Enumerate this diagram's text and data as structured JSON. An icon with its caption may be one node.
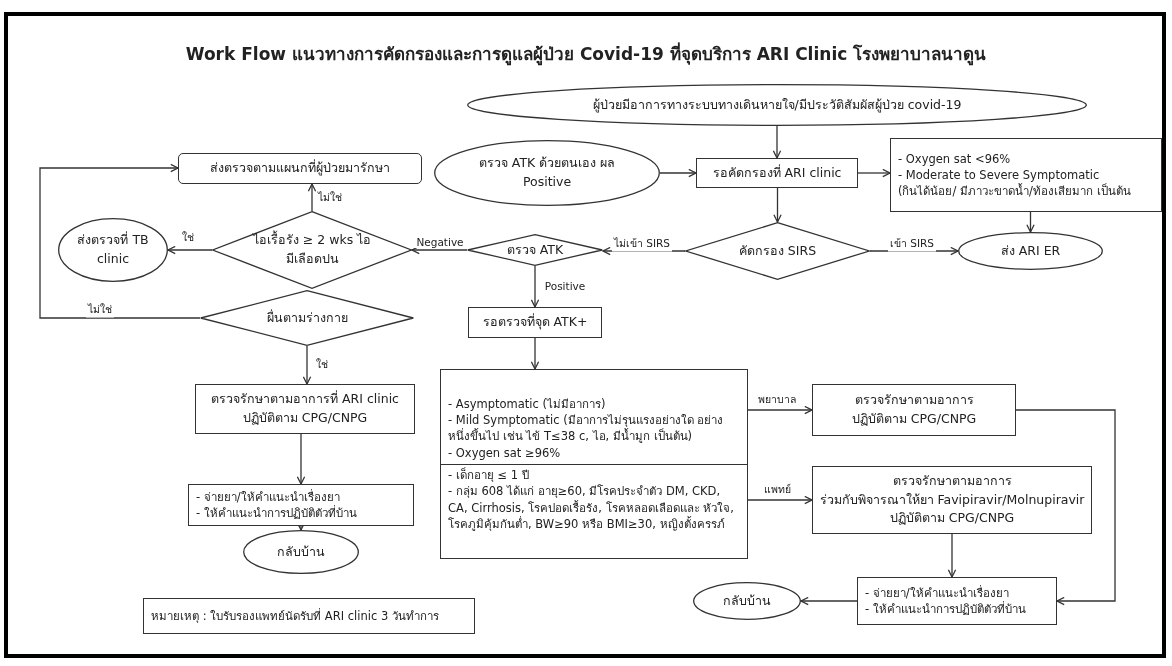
{
  "diagram": {
    "title": "Work Flow แนวทางการคัดกรองและการดูแลผู้ป่วย Covid-19 ที่จุดบริการ ARI Clinic โรงพยาบาลนาดูน",
    "nodes": [
      {
        "text": [
          "ผู้ป่วยมีอาการทางระบบทางเดินหายใจ/มีประวัติสัมผัสผู้ป่วย covid-19"
        ]
      },
      {
        "text": [
          "ตรวจ ATK ด้วยตนเอง ผล Positive"
        ]
      },
      {
        "text": [
          "รอคัดกรองที่ ARI clinic"
        ]
      },
      {
        "text": [
          "- Oxygen sat <96%",
          "- Moderate to Severe Symptomatic",
          "(กินได้น้อย/ มีภาวะขาดน้ำ/ท้องเสียมาก เป็นต้น"
        ]
      },
      {
        "text": [
          "คัดกรอง SIRS"
        ]
      },
      {
        "text": [
          "ส่ง ARI ER"
        ]
      },
      {
        "text": [
          "ตรวจ ATK"
        ]
      },
      {
        "text": [
          "ไอเรื้อรัง ≥ 2 wks ไอมีเลือดปน"
        ]
      },
      {
        "text": [
          "ส่งตรวจตามแผนกที่ผู้ป่วยมารักษา"
        ]
      },
      {
        "text": [
          "ส่งตรวจที่ TB clinic"
        ]
      },
      {
        "text": [
          "ผื่นตามร่างกาย"
        ]
      },
      {
        "text": [
          "รอตรวจที่จุด ATK+"
        ]
      },
      {
        "text": [
          "ตรวจรักษาตามอาการที่ ARI clinic",
          "ปฏิบัติตาม CPG/CNPG"
        ]
      },
      {
        "text": [
          "- Asymptomatic (ไม่มีอาการ)",
          "- Mild Symptomatic (มีอาการไม่รุนแรงอย่างใด อย่างหนึ่งขึ้นไป เช่น ไข้ T≤38 c, ไอ, มีน้ำมูก เป็นต้น)",
          "- Oxygen sat ≥96%",
          "- เด็กอายุ ≤ 1 ปี",
          "- กลุ่ม 608 ได้แก่ อายุ≥60, มีโรคประจำตัว DM, CKD, CA, Cirrhosis, โรคปอดเรื้อรัง, โรคหลอดเลือดและ หัวใจ, โรคภูมิคุ้มกันต่ำ, BW≥90 หรือ BMI≥30, หญิงตั้งครรภ์"
        ]
      },
      {
        "text": [
          "ตรวจรักษาตามอาการ",
          "ปฏิบัติตาม CPG/CNPG"
        ]
      },
      {
        "text": [
          "ตรวจรักษาตามอาการ",
          "ร่วมกับพิจารณาให้ยา Favipiravir/Molnupiravir",
          "ปฏิบัติตาม CPG/CNPG"
        ]
      },
      {
        "text": [
          "- จ่ายยา/ให้คำแนะนำเรื่องยา",
          "- ให้คำแนะนำการปฏิบัติตัวที่บ้าน"
        ]
      },
      {
        "text": [
          "กลับบ้าน"
        ]
      },
      {
        "text": [
          "- จ่ายยา/ให้คำแนะนำเรื่องยา",
          "- ให้คำแนะนำการปฏิบัติตัวที่บ้าน"
        ]
      },
      {
        "text": [
          "กลับบ้าน"
        ]
      },
      {
        "text": [
          "หมายเหตุ : ใบรับรองแพทย์นัดรับที่ ARI clinic 3 วันทำการ"
        ]
      }
    ],
    "edges": [
      {
        "from": 0,
        "to": 2,
        "arrow": "to"
      },
      {
        "from": 1,
        "to": 2,
        "arrow": "to"
      },
      {
        "from": 2,
        "to": 3,
        "arrow": "to"
      },
      {
        "from": 2,
        "to": 4,
        "arrow": "to"
      },
      {
        "from": 3,
        "to": 5,
        "arrow": "to"
      },
      {
        "from": 4,
        "to": 5,
        "arrow": "to",
        "label": "เข้า SIRS"
      },
      {
        "from": 4,
        "to": 6,
        "arrow": "to",
        "label": "ไม่เข้า SIRS"
      },
      {
        "from": 6,
        "to": 7,
        "arrow": "to",
        "label": "Negative"
      },
      {
        "from": 7,
        "to": 8,
        "arrow": "to",
        "label": "ไม่ใช่"
      },
      {
        "from": 7,
        "to": 9,
        "arrow": "to",
        "label": "ใช่"
      },
      {
        "from": 10,
        "to": 8,
        "arrow": "to",
        "label": "ไม่ใช่"
      },
      {
        "from": 10,
        "to": 12,
        "arrow": "to",
        "label": "ใช่"
      },
      {
        "from": 6,
        "to": 11,
        "arrow": "to",
        "label": "Positive"
      },
      {
        "from": 11,
        "to": 13,
        "arrow": "to"
      },
      {
        "from": 13,
        "to": 14,
        "arrow": "to",
        "label": "พยาบาล"
      },
      {
        "from": 13,
        "to": 15,
        "arrow": "to",
        "label": "แพทย์"
      },
      {
        "from": 12,
        "to": 16,
        "arrow": "to"
      },
      {
        "from": 16,
        "to": 17,
        "arrow": "to"
      },
      {
        "from": 15,
        "to": 18,
        "arrow": "to"
      },
      {
        "from": 14,
        "to": 18,
        "arrow": "to"
      },
      {
        "from": 18,
        "to": 19,
        "arrow": "to"
      }
    ]
  }
}
